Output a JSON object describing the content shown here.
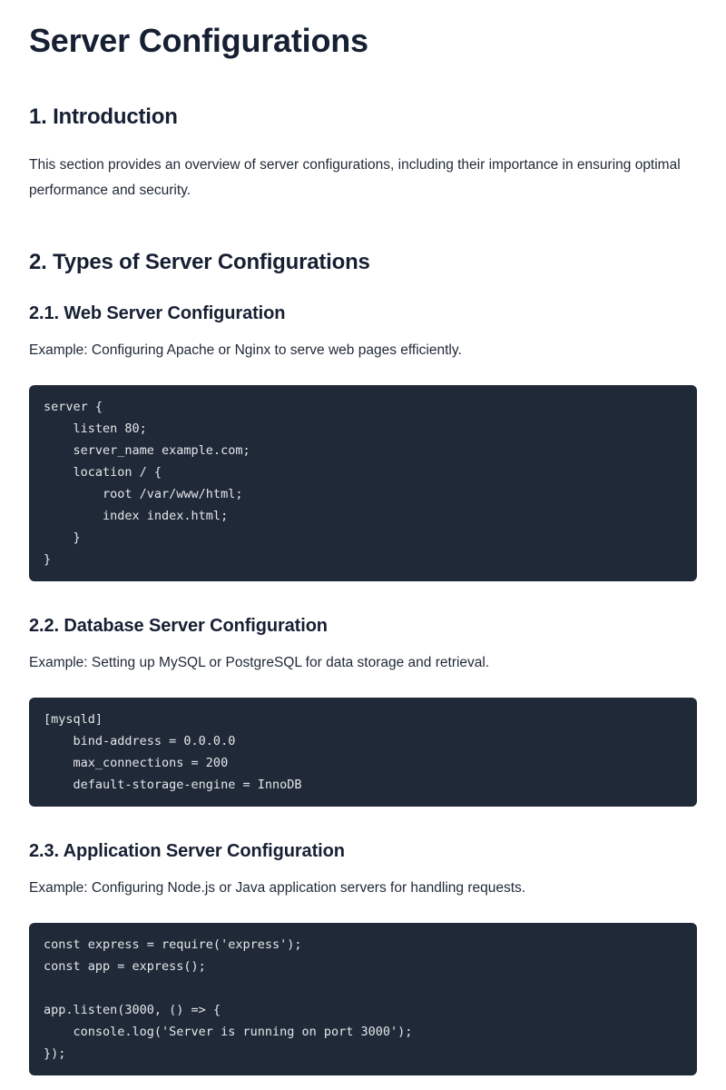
{
  "document": {
    "title": "Server Configurations"
  },
  "sections": {
    "introduction": {
      "heading": "1. Introduction",
      "body": "This section provides an overview of server configurations, including their importance in ensuring optimal performance and security."
    },
    "types": {
      "heading": "2. Types of Server Configurations",
      "web": {
        "heading": "2.1. Web Server Configuration",
        "example": "Example: Configuring Apache or Nginx to serve web pages efficiently.",
        "code": "server {\n    listen 80;\n    server_name example.com;\n    location / {\n        root /var/www/html;\n        index index.html;\n    }\n}"
      },
      "database": {
        "heading": "2.2. Database Server Configuration",
        "example": "Example: Setting up MySQL or PostgreSQL for data storage and retrieval.",
        "code": "[mysqld]\n    bind-address = 0.0.0.0\n    max_connections = 200\n    default-storage-engine = InnoDB"
      },
      "application": {
        "heading": "2.3. Application Server Configuration",
        "example": "Example: Configuring Node.js or Java application servers for handling requests.",
        "code": "const express = require('express');\nconst app = express();\n\napp.listen(3000, () => {\n    console.log('Server is running on port 3000');\n});"
      }
    }
  },
  "colors": {
    "heading": "#172033",
    "text": "#1f2937",
    "code_background": "#1f2937",
    "code_text": "#e5e7eb"
  }
}
